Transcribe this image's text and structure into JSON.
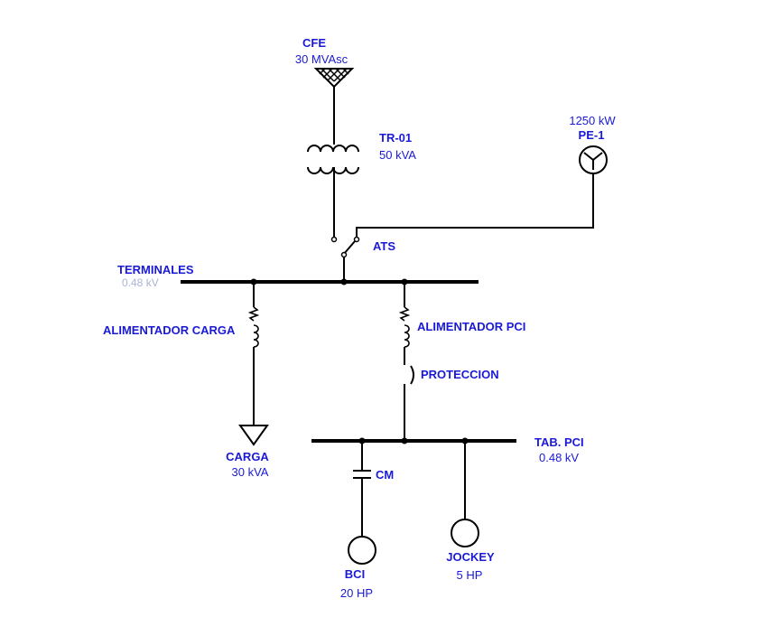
{
  "source": {
    "name": "CFE",
    "rating": "30 MVAsc"
  },
  "transformer": {
    "name": "TR-01",
    "rating": "50 kVA"
  },
  "generator": {
    "name": "PE-1",
    "rating": "1250 kW"
  },
  "ats": {
    "name": "ATS"
  },
  "bus_main": {
    "name": "TERMINALES",
    "voltage": "0.48 kV"
  },
  "feeder_load": {
    "name": "ALIMENTADOR CARGA"
  },
  "feeder_pci": {
    "name": "ALIMENTADOR PCI"
  },
  "protection": {
    "name": "PROTECCION"
  },
  "load": {
    "name": "CARGA",
    "rating": "30 kVA"
  },
  "bus_pci": {
    "name": "TAB. PCI",
    "voltage": "0.48 kV"
  },
  "capacitor": {
    "name": "CM"
  },
  "motor_bci": {
    "name": "BCI",
    "rating": "20 HP"
  },
  "motor_jockey": {
    "name": "JOCKEY",
    "rating": "5 HP"
  },
  "colors": {
    "label": "#1a1ad6",
    "line": "#000000",
    "faint_label": "#a9b4d8"
  }
}
